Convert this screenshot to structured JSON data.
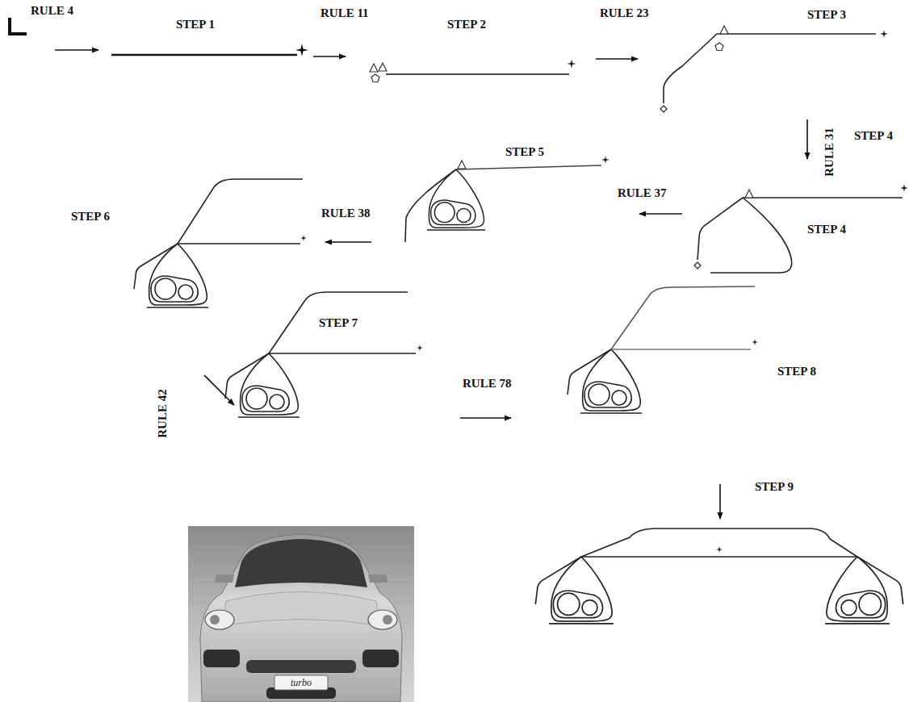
{
  "diagram": {
    "labels": [
      "RULE 4",
      "STEP 1",
      "RULE 11",
      "STEP 2",
      "RULE 23",
      "STEP 3",
      "RULE 31",
      "STEP 4",
      "STEP 5",
      "RULE 37",
      "STEP 4",
      "STEP 6",
      "RULE 38",
      "STEP 7",
      "RULE 42",
      "RULE 78",
      "STEP 8",
      "STEP 9",
      "turbo"
    ]
  }
}
